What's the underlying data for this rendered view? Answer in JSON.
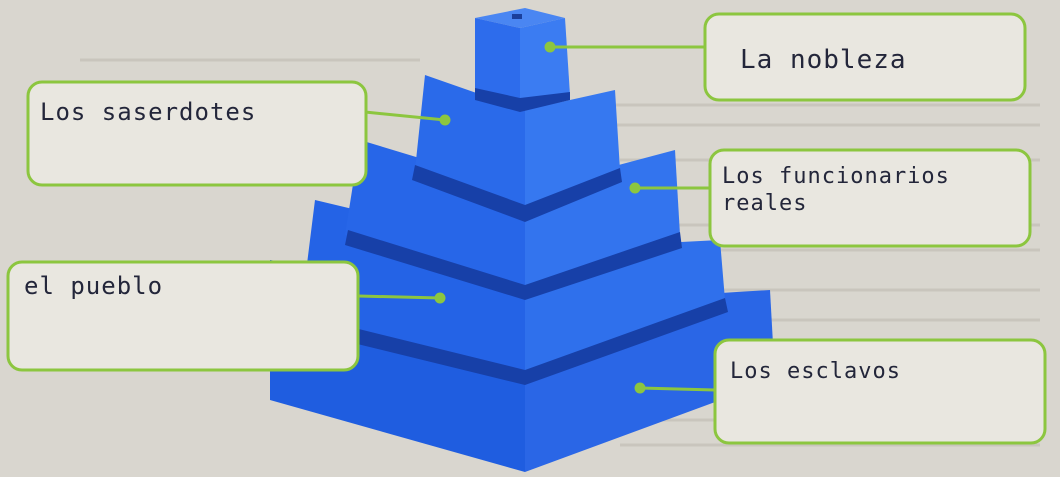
{
  "labels": {
    "nobleza": "La nobleza",
    "sacerdotes": "Los saserdotes",
    "funcionarios_line1": "Los funcionarios",
    "funcionarios_line2": "reales",
    "pueblo": "el pueblo",
    "esclavos": "Los esclavos"
  },
  "colors": {
    "pyramid_front": "#1f5de0",
    "pyramid_side": "#2d6fe8",
    "pyramid_top": "#3a78ee",
    "pyramid_groove": "#123ea0",
    "outline_green": "#8cc63f",
    "page": "#d9d6cf"
  }
}
